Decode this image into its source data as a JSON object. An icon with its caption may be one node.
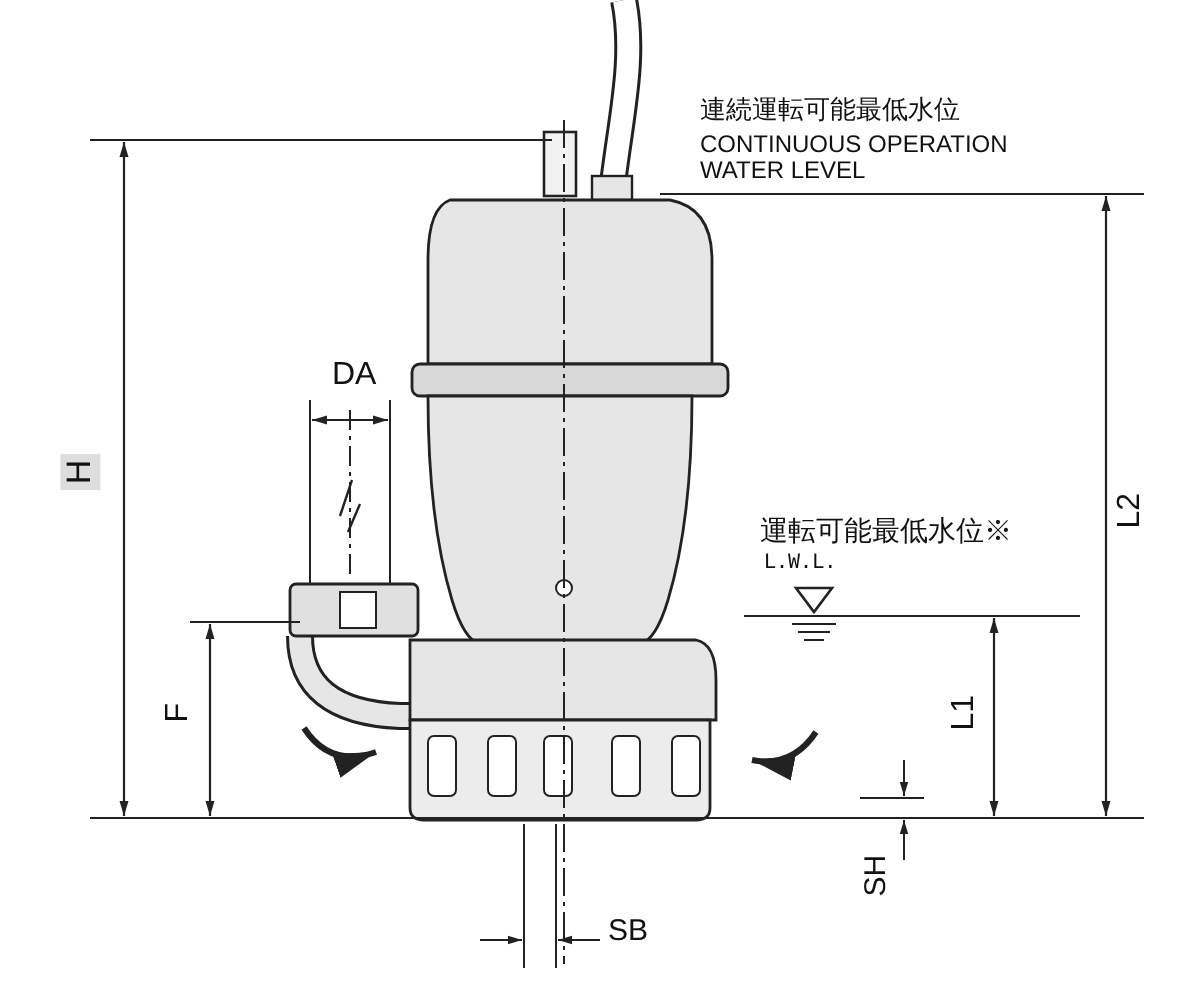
{
  "diagram": {
    "labels": [
      "連続運転可能最低水位",
      "CONTINUOUS OPERATION WATER LEVEL",
      "DA",
      "H",
      "運転可能最低水位※",
      "L.W.L.",
      "L2",
      "F",
      "L1",
      "SH",
      "SB"
    ]
  }
}
